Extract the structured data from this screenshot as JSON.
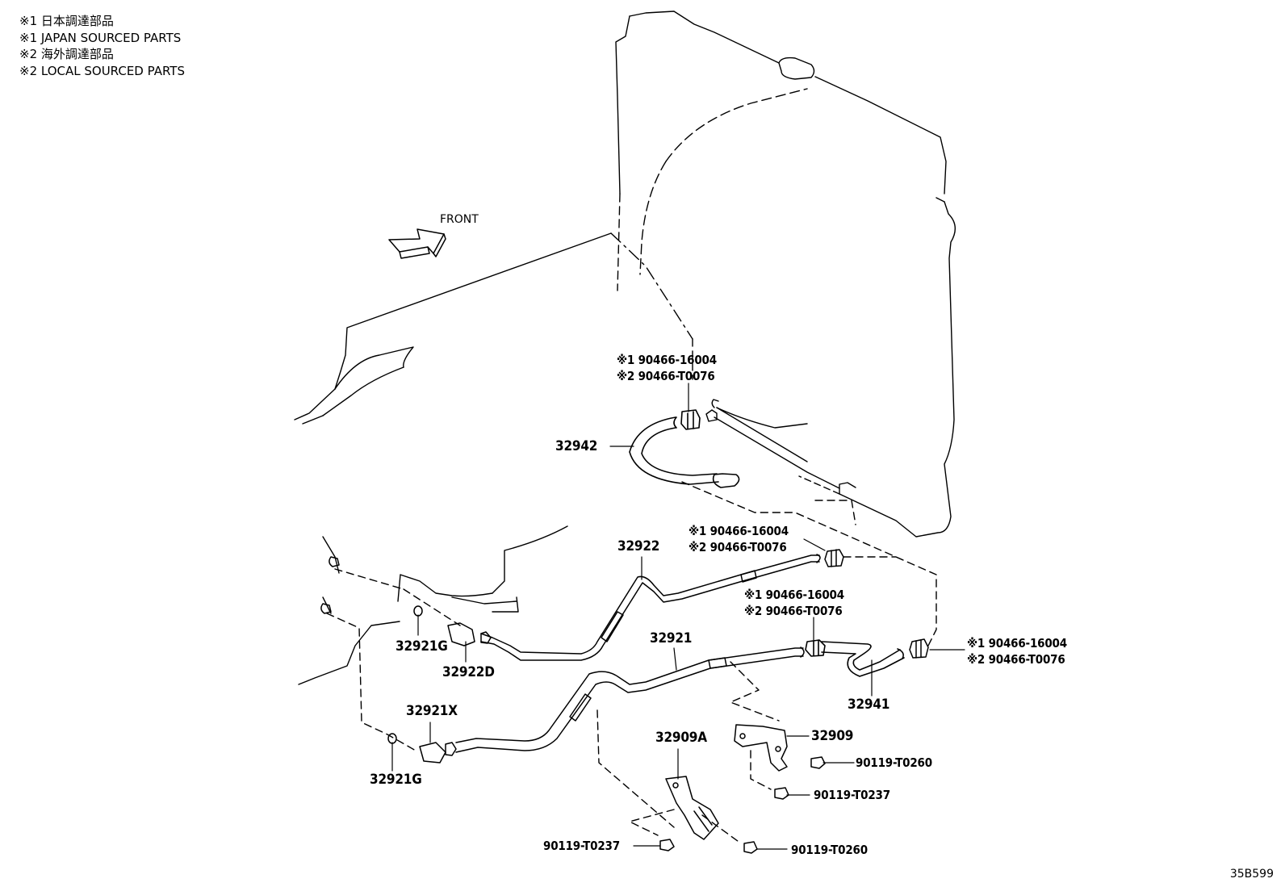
{
  "notes": [
    "※1 日本調達部品",
    "※1 JAPAN SOURCED PARTS",
    "※2 海外調達部品",
    "※2 LOCAL SOURCED PARTS"
  ],
  "front_label": "FRONT",
  "diagram_code": "35B599",
  "clamp_upper": {
    "line1": "※1 90466-16004",
    "line2": "※2 90466-T0076"
  },
  "clamp_middle": {
    "line1": "※1 90466-16004",
    "line2": "※2 90466-T0076"
  },
  "clamp_lower": {
    "line1": "※1 90466-16004",
    "line2": "※2 90466-T0076"
  },
  "clamp_right": {
    "line1": "※1 90466-16004",
    "line2": "※2 90466-T0076"
  },
  "parts": {
    "p32942": "32942",
    "p32922": "32922",
    "p32921": "32921",
    "p32941": "32941",
    "p32921G_top": "32921G",
    "p32922D": "32922D",
    "p32921X": "32921X",
    "p32921G_bottom": "32921G",
    "p32909A": "32909A",
    "p32909": "32909",
    "b_T0260_a": "90119-T0260",
    "b_T0237_a": "90119-T0237",
    "b_T0237_b": "90119-T0237",
    "b_T0260_b": "90119-T0260"
  }
}
